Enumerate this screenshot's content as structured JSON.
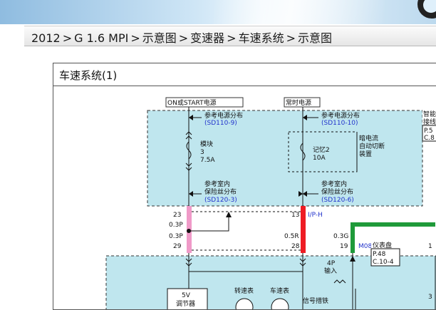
{
  "breadcrumb": {
    "items": [
      "2012",
      "G 1.6 MPI",
      "示意图",
      "变速器",
      "车速系统",
      "示意图"
    ],
    "separator": ">"
  },
  "diagram": {
    "title": "车速系统(1)",
    "power_on_start": "ON或START电源",
    "power_constant": "常时电源",
    "ref_dist_left": [
      "参考电源分布",
      "(SD110-9)"
    ],
    "ref_dist_right": [
      "参考电源分布",
      "(SD110-10)"
    ],
    "module_fuse": [
      "模块",
      "3",
      "7.5A"
    ],
    "memory_fuse": [
      "记忆2",
      "10A"
    ],
    "dark_current": [
      "暗电流",
      "自动切断",
      "装置"
    ],
    "ref_fuse_left": [
      "参考室内",
      "保险丝分布",
      "(SD120-3)"
    ],
    "ref_fuse_right": [
      "参考室内",
      "保险丝分布",
      "(SD120-6)"
    ],
    "smart_junction": [
      "智能",
      "接线",
      "P.5",
      "C.8"
    ],
    "pin_23": "23",
    "pin_29": "29",
    "pin_13": "13",
    "pin_28": "28",
    "pin_19": "19",
    "pin_1": "1",
    "pin_3": "3",
    "wire_03p_a": "0.3P",
    "wire_03p_b": "0.3P",
    "wire_05r": "0.5R",
    "wire_03g": "0.3G",
    "ip_h": "I/P-H",
    "m08": "M08",
    "cluster": [
      "仪表盘",
      "P.48",
      "C.10-4"
    ],
    "input_4p": [
      "4P",
      "输入"
    ],
    "reg_5v": [
      "5V",
      "调节器"
    ],
    "tachometer": "转速表",
    "speedometer": "车速表",
    "signal_process": "信号措铁",
    "colors": {
      "pink": "#f09ac8",
      "red": "#ee1c24",
      "green": "#1f9a3a",
      "cyan": "#bfe6ee",
      "ref_blue": "#2233cc"
    }
  }
}
